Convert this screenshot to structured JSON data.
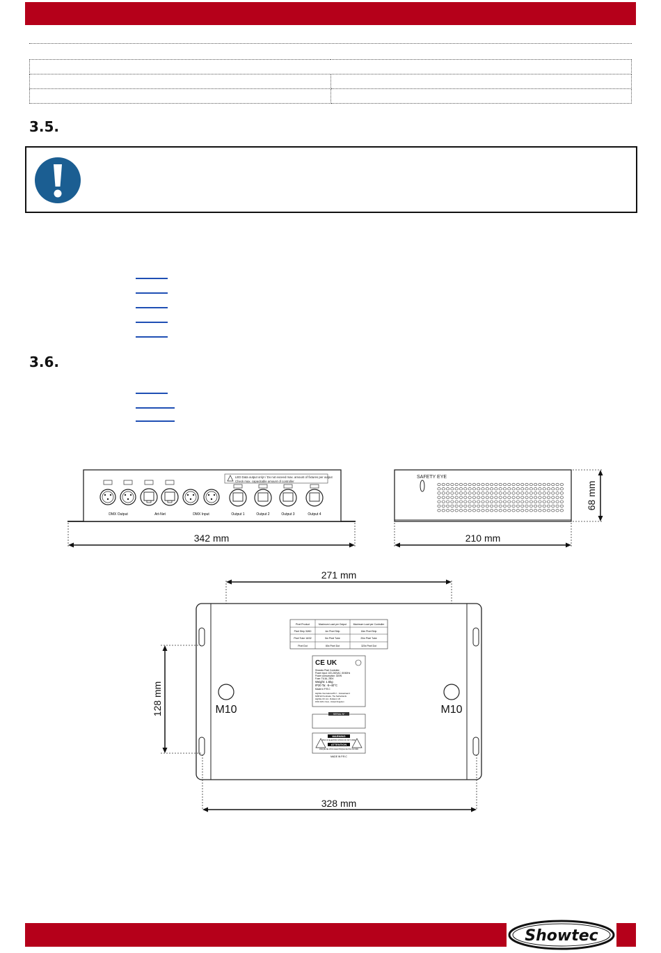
{
  "colors": {
    "brand_red": "#b5001a",
    "notice_blue": "#1b5e92",
    "link_blue": "#1f4fb4"
  },
  "sections": {
    "s35": {
      "number": "3.5."
    },
    "s36": {
      "number": "3.6."
    }
  },
  "notice": {
    "icon": "exclamation-icon"
  },
  "drawings": {
    "front_panel": {
      "warning_text": "LED Data output only! / Do not exceed max. amount of fixtures per output",
      "warning_text_2": "Check max. capacitable amount of controller",
      "connector_labels": [
        "DMX Output",
        "Art-Net",
        "DMX Input",
        "Output 1",
        "Output 2",
        "Output 3",
        "Output 4"
      ],
      "width_dim": "342 mm"
    },
    "side_panel": {
      "safety_label": "SAFETY EYE",
      "width_dim": "210 mm",
      "height_dim": "68 mm"
    },
    "bottom": {
      "top_dim": "271 mm",
      "left_dim": "128 mm",
      "bottom_dim": "328 mm",
      "mount_left": "M10",
      "mount_right": "M10",
      "load_table": {
        "headers": [
          "Pixel Product",
          "Maximum Load per Output",
          "Maximum Load per Controller"
        ],
        "rows": [
          [
            "Pixel Strip 30/60",
            "4m Pixel Strip",
            "16m Pixel Strip"
          ],
          [
            "Pixel Tube 16/32",
            "5m Pixel Tube",
            "20m Pixel Tube"
          ],
          [
            "Pixel Dot",
            "80x Pixel Dot",
            "320x Pixel Dot"
          ]
        ]
      },
      "label_lines": [
        "Showtec Pixel Controller",
        "Power input: 100-240VAC, 50/60Hz",
        "Power consumption: 320W",
        "Fuse: T6.3A, 250V",
        "Weight: 1.5kg",
        "IP20  Ta: -5~40°C",
        "Made in P.R.C",
        "Highlite International B.V. - Vestastraat 2",
        "6468 EX Kerkrade, The Netherlands",
        "Highlite UK Ltd - Rutland, UK",
        "1501 1RF, Oxon, United Kingdom"
      ],
      "serial_label": "SERIAL Nº",
      "warning_title": "WARNING",
      "warning_line": "RISK OF ELECTRIC SHOCK DO NOT OPEN",
      "attention_title": "ATTENTION",
      "attention_line": "RISQUE DE CHOC ÉLECTRIQUE NE PAS OUVRIR",
      "made_in": "MADE IN P.R.C"
    }
  },
  "footer": {
    "logo_text": "Showtec"
  }
}
